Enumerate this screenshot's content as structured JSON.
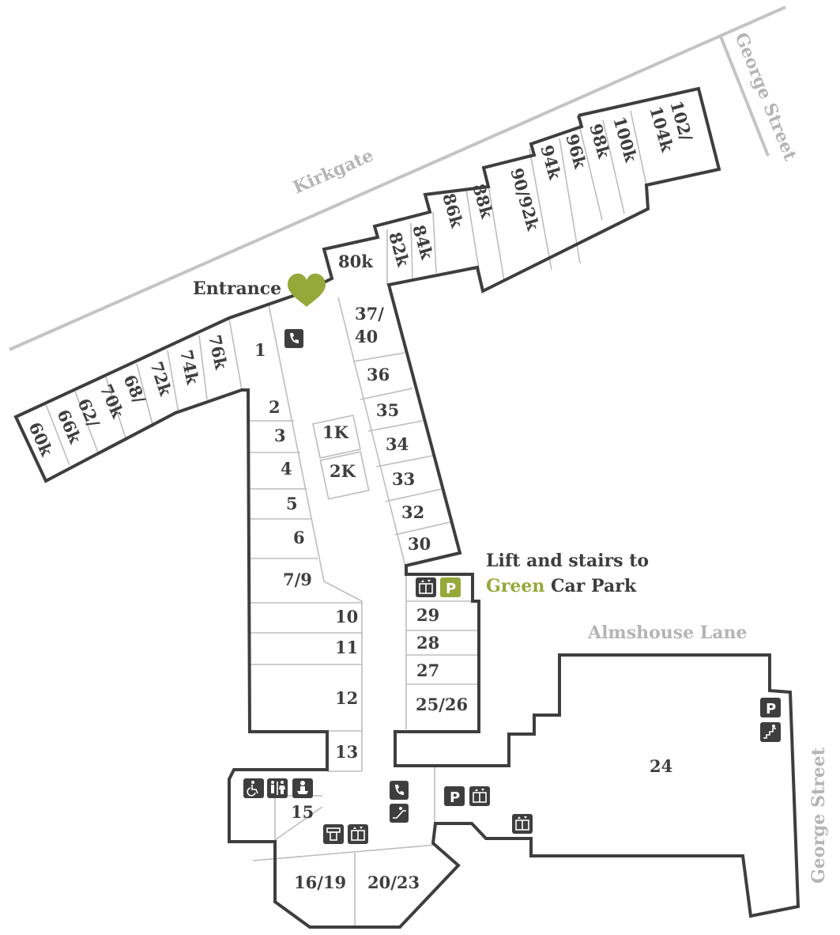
{
  "map": {
    "streets": {
      "kirkgate": "Kirkgate",
      "george_street_top": "George Street",
      "george_street_right": "George Street",
      "almshouse_lane": "Almshouse Lane"
    },
    "entrance_label": "Entrance",
    "lift_note": {
      "line1": "Lift and stairs to",
      "green_word": "Green",
      "rest": "Car Park"
    },
    "units": {
      "u60k": "60k",
      "u66k": "66k",
      "u62": "62/",
      "u70k": "70k",
      "u68": "68/",
      "u72k": "72k",
      "u74k": "74k",
      "u76k": "76k",
      "u80k": "80k",
      "u82k": "82k",
      "u84k": "84k",
      "u86k": "86k",
      "u88k": "88k",
      "u90_92k": "90/92k",
      "u94k": "94k",
      "u96k": "96k",
      "u98k": "98k",
      "u100k": "100k",
      "u102": "102/",
      "u104k": "104k",
      "u1": "1",
      "u2": "2",
      "u3": "3",
      "u4": "4",
      "u5": "5",
      "u6": "6",
      "u7_9": "7/9",
      "u10": "10",
      "u11": "11",
      "u12": "12",
      "u13": "13",
      "u1k": "1K",
      "u2k": "2K",
      "u37": "37/",
      "u40": "40",
      "u36": "36",
      "u35": "35",
      "u34": "34",
      "u33": "33",
      "u32": "32",
      "u30": "30",
      "u29": "29",
      "u28": "28",
      "u27": "27",
      "u25_26": "25/26",
      "u24": "24",
      "u15": "15",
      "u16_19": "16/19",
      "u20_23": "20/23"
    },
    "icon_glyphs": {
      "parking": "P"
    },
    "colors": {
      "accent": "#95a83a",
      "walls": "#3e3e3e",
      "lines": "#bdbdbd",
      "streets": "#b5b5b5"
    }
  }
}
